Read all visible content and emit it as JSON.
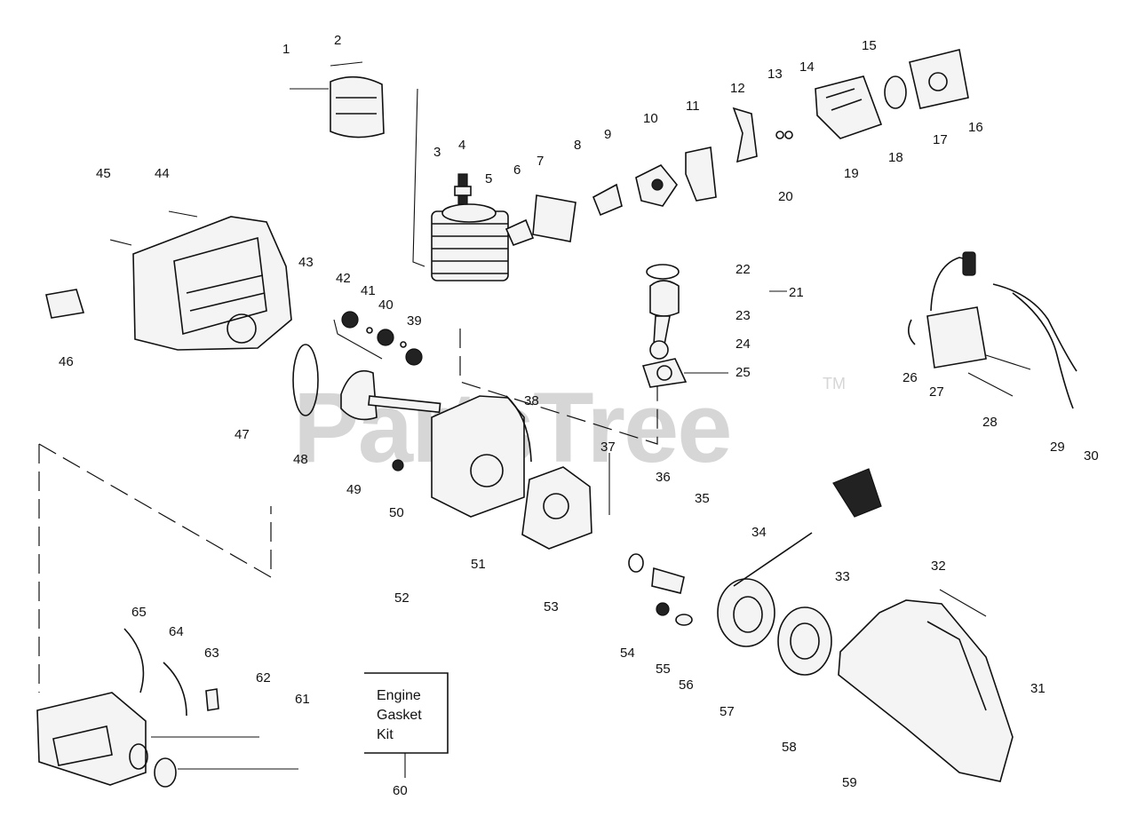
{
  "watermark": {
    "text": "PartsTree",
    "tm": "TM"
  },
  "gasket_kit": {
    "line1": "Engine",
    "line2": "Gasket",
    "line3": "Kit",
    "number": "60"
  },
  "labels": {
    "p1": "1",
    "p2": "2",
    "p3": "3",
    "p4": "4",
    "p5": "5",
    "p6": "6",
    "p7": "7",
    "p8": "8",
    "p9": "9",
    "p10": "10",
    "p11": "11",
    "p12": "12",
    "p13": "13",
    "p14": "14",
    "p15": "15",
    "p16": "16",
    "p17": "17",
    "p18": "18",
    "p19": "19",
    "p20": "20",
    "p21": "21",
    "p22": "22",
    "p23": "23",
    "p24": "24",
    "p25": "25",
    "p26": "26",
    "p27": "27",
    "p28": "28",
    "p29": "29",
    "p30": "30",
    "p31": "31",
    "p32": "32",
    "p33": "33",
    "p34": "34",
    "p35": "35",
    "p36": "36",
    "p37": "37",
    "p38": "38",
    "p39": "39",
    "p40": "40",
    "p41": "41",
    "p42": "42",
    "p43": "43",
    "p44": "44",
    "p45": "45",
    "p46": "46",
    "p47": "47",
    "p48": "48",
    "p49": "49",
    "p50": "50",
    "p51": "51",
    "p52": "52",
    "p53": "53",
    "p54": "54",
    "p55": "55",
    "p56": "56",
    "p57": "57",
    "p58": "58",
    "p59": "59",
    "p61": "61",
    "p62": "62",
    "p63": "63",
    "p64": "64",
    "p65": "65"
  }
}
